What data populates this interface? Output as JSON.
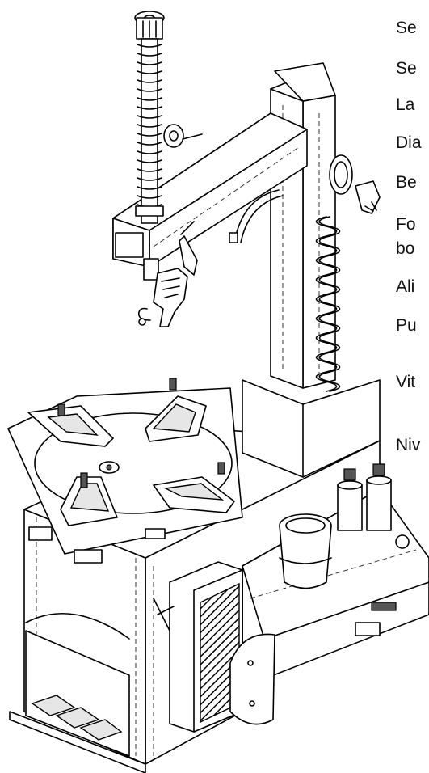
{
  "labels": [
    "Se",
    "Se",
    "La",
    "Dia",
    "Be",
    "Fo",
    "bo",
    "Ali",
    "Pu",
    "Vit",
    "Niv"
  ]
}
